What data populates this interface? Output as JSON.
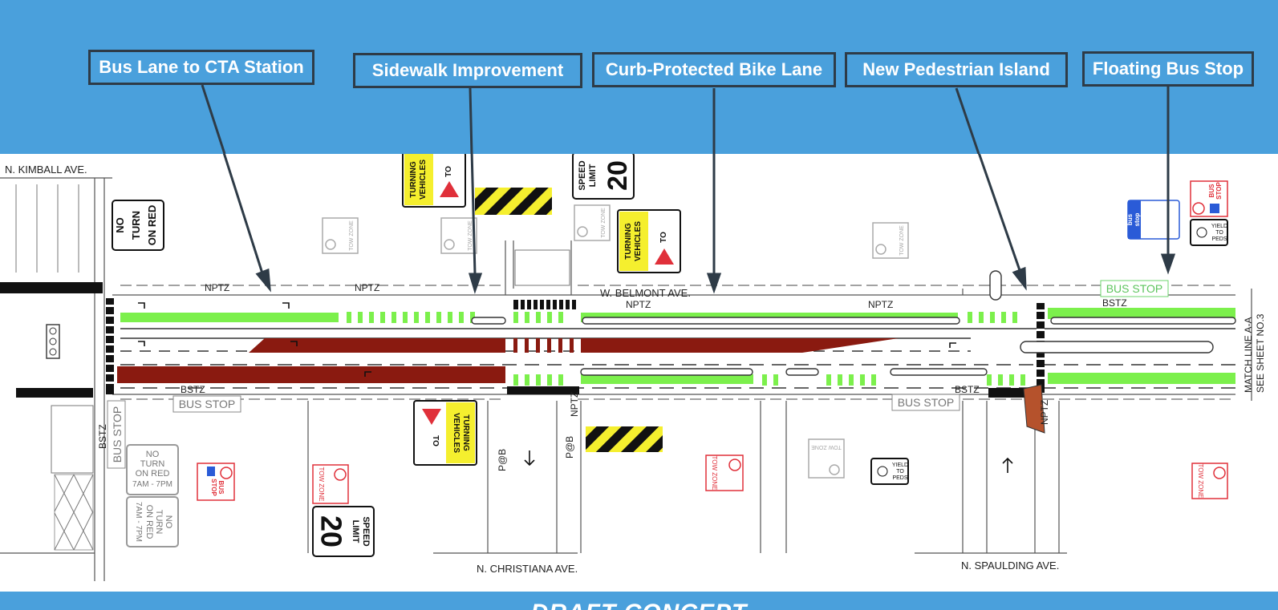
{
  "callouts": {
    "bus_lane": "Bus Lane to CTA Station",
    "sidewalk": "Sidewalk Improvement",
    "bike_lane": "Curb-Protected Bike Lane",
    "ped_island": "New Pedestrian Island",
    "bus_stop": "Floating Bus Stop"
  },
  "streets": {
    "kimball": "N. KIMBALL AVE.",
    "belmont": "W. BELMONT AVE.",
    "christiana": "N. CHRISTIANA AVE.",
    "spaulding": "N. SPAULDING AVE."
  },
  "markings": {
    "nptz": "NPTZ",
    "bstz": "BSTZ",
    "bus_stop": "BUS STOP",
    "pab": "P@B",
    "match_line_1": "MATCH LINE A-A",
    "match_line_2": "SEE SHEET NO.3"
  },
  "signs": {
    "no_turn_on_red": [
      "NO",
      "TURN",
      "ON RED"
    ],
    "no_turn_on_red_timed": [
      "NO",
      "TURN",
      "ON RED",
      "7AM - 7PM"
    ],
    "turning_vehicles": [
      "TURNING",
      "VEHICLES"
    ],
    "yield_to": "TO",
    "speed_limit": [
      "SPEED",
      "LIMIT"
    ],
    "speed_value": "20",
    "tow_zone": "TOW ZONE",
    "bus_stop_sign": [
      "BUS",
      "STOP"
    ],
    "yield_to_peds": [
      "YIELD",
      "TO",
      "PEDS"
    ],
    "bus_stop_blue": [
      "bus",
      "stop"
    ]
  },
  "footer": {
    "draft": "DRAFT CONCEPT"
  },
  "colors": {
    "band_blue": "#4aa0dc",
    "callout_border": "#2e3b47",
    "bike_green": "#7cf04c",
    "bus_red": "#8a1a10",
    "warning_yellow": "#f5ef2e",
    "tow_red": "#e0303a"
  }
}
